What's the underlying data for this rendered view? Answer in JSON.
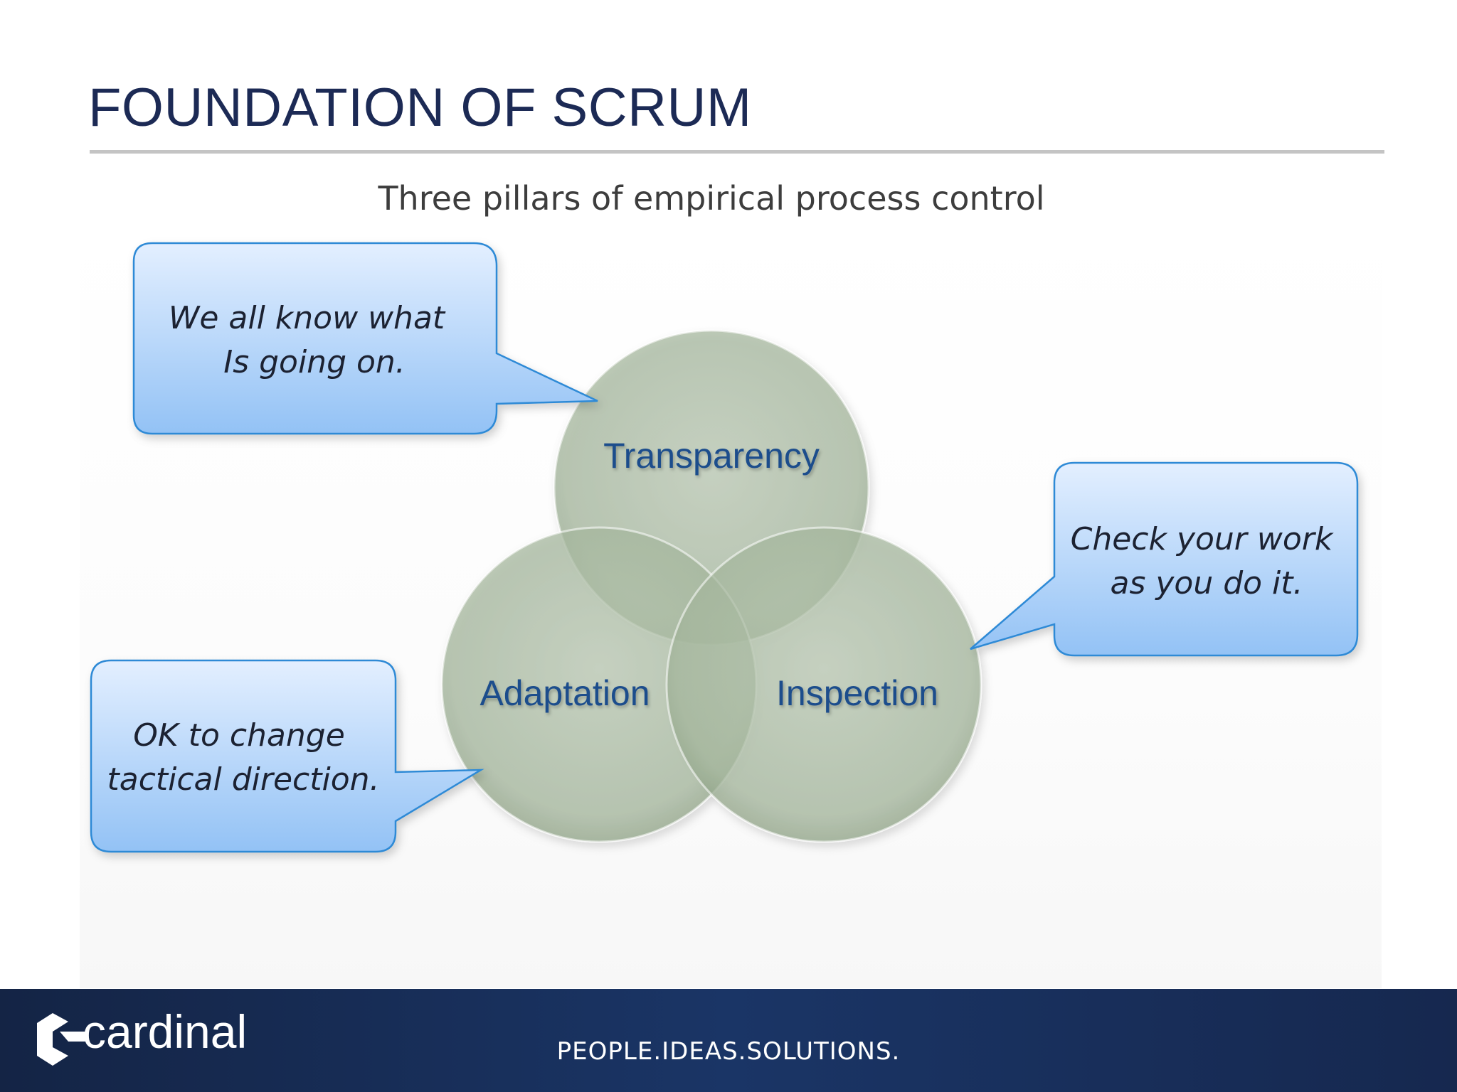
{
  "slide": {
    "title": "FOUNDATION OF SCRUM",
    "subtitle": "Three pillars of empirical process control"
  },
  "pillars": [
    {
      "id": "transparency",
      "label": "Transparency"
    },
    {
      "id": "adaptation",
      "label": "Adaptation"
    },
    {
      "id": "inspection",
      "label": "Inspection"
    }
  ],
  "callouts": [
    {
      "id": "transparency",
      "lines": [
        "We all know what",
        "Is going on."
      ]
    },
    {
      "id": "inspection",
      "lines": [
        "Check your work",
        "as you do it."
      ]
    },
    {
      "id": "adaptation",
      "lines": [
        "OK to change",
        "tactical direction."
      ]
    }
  ],
  "footer": {
    "logo_text": "cardinal",
    "tagline": "PEOPLE.IDEAS.SOLUTIONS."
  },
  "colors": {
    "title": "#1c2a55",
    "circle_fill": "#a7b89f",
    "pillar_label": "#1f4e8c",
    "callout_top": "#e3efff",
    "callout_bottom": "#93c2f5",
    "callout_border": "#2f8ad6",
    "footer": "#1a3566"
  }
}
